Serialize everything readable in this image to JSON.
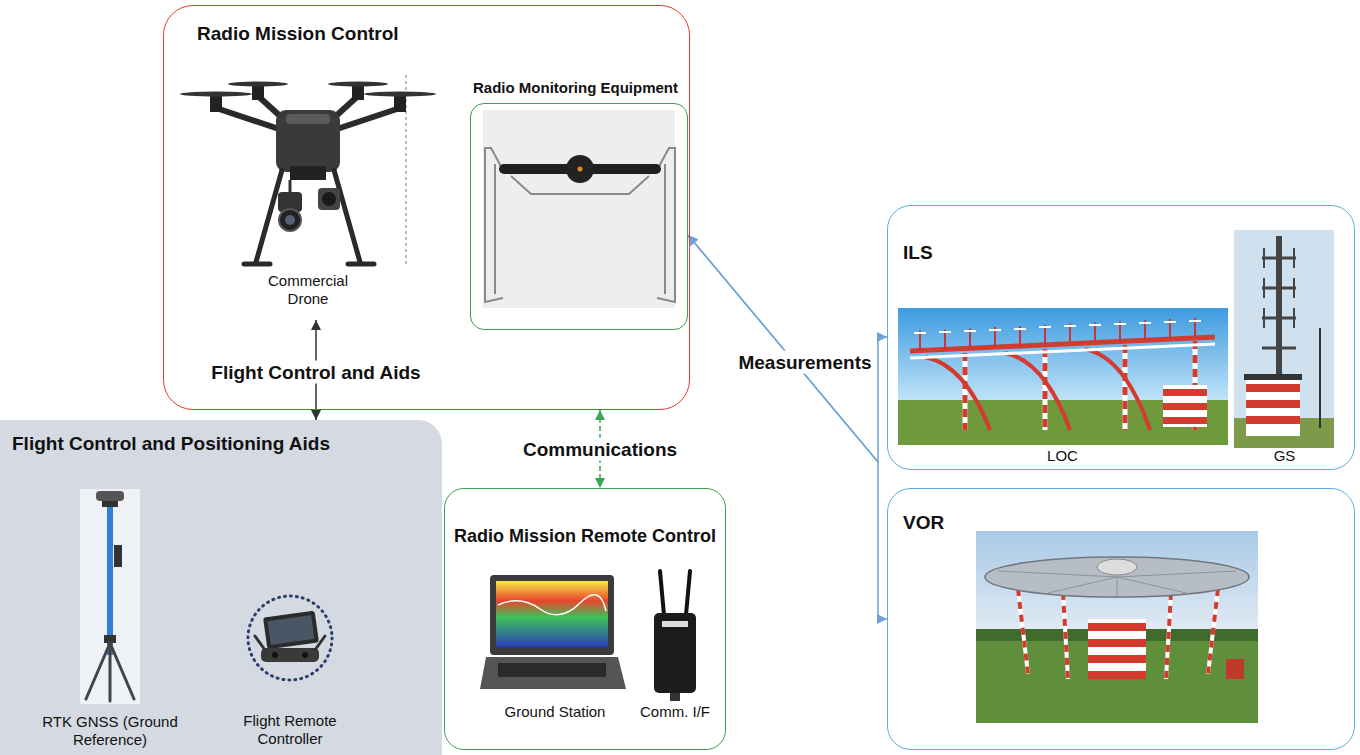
{
  "diagram": {
    "nodes": [
      {
        "text": [
          "Radio Mission Control"
        ]
      },
      {
        "text": [
          "Commercial Drone"
        ],
        "in": 0
      },
      {
        "text": [
          "Radio Monitoring Equipment"
        ],
        "in": 0
      },
      {
        "text": [
          "Flight Control and Positioning Aids"
        ]
      },
      {
        "text": [
          "RTK GNSS (Ground Reference)"
        ],
        "in": 3
      },
      {
        "text": [
          "Flight Remote Controller"
        ],
        "in": 3
      },
      {
        "text": [
          "Radio Mission Remote Control"
        ]
      },
      {
        "text": [
          "Ground Station"
        ],
        "in": 6
      },
      {
        "text": [
          "Comm. I/F"
        ],
        "in": 6
      },
      {
        "text": [
          "ILS"
        ]
      },
      {
        "text": [
          "LOC"
        ],
        "in": 9
      },
      {
        "text": [
          "GS"
        ],
        "in": 9
      },
      {
        "text": [
          "VOR"
        ]
      }
    ],
    "edges": [
      {
        "from": 1,
        "to": 3,
        "arrow": "both",
        "label": "Flight Control and Aids"
      },
      {
        "from": 0,
        "to": 6,
        "arrow": "both",
        "label": "Communications"
      },
      {
        "from": 2,
        "to": 9,
        "arrow": "both",
        "label": "Measurements"
      },
      {
        "from": 2,
        "to": 12,
        "arrow": "both"
      }
    ]
  }
}
